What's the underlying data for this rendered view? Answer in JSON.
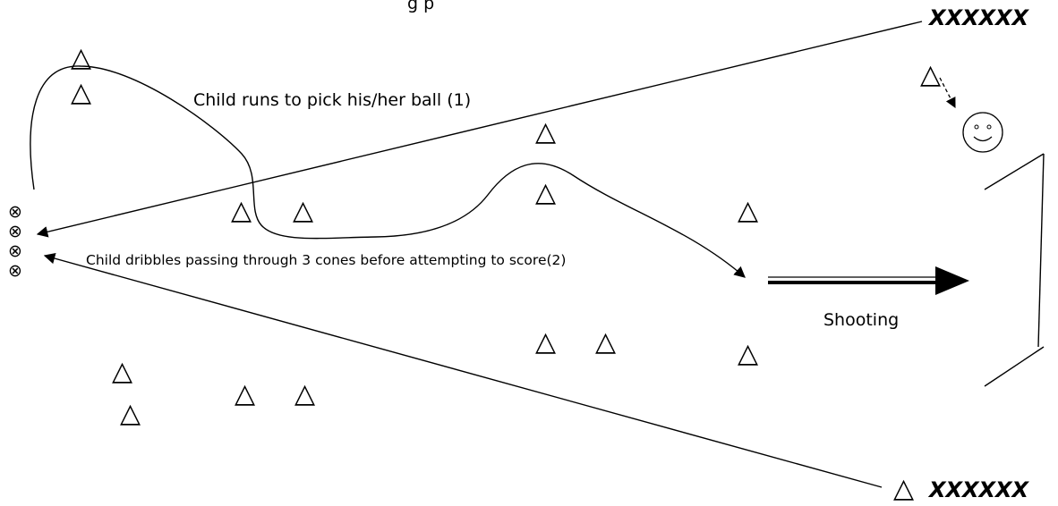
{
  "labels": {
    "top_partial": "g   p",
    "run_label": "Child runs to pick his/her ball (1)",
    "dribble_label": "Child dribbles passing through 3 cones before attempting to score(2)",
    "shooting_label": "Shooting",
    "team_top": "XXXXXX",
    "team_bottom": "XXXXXX"
  },
  "icons": {
    "cone": "△",
    "ball": "⊗",
    "face": "smiley-face-icon"
  },
  "colors": {
    "ink": "#000000",
    "background": "#ffffff"
  }
}
